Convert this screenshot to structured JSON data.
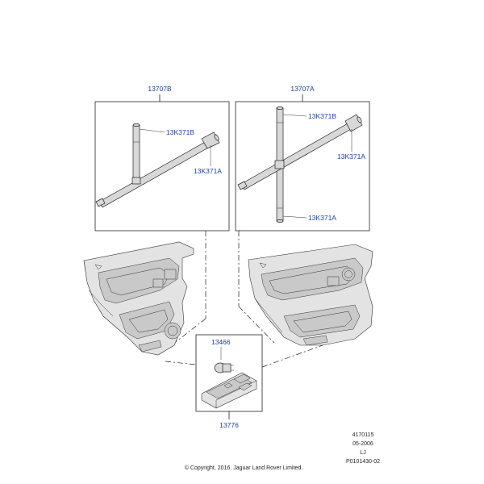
{
  "labels": {
    "left_kit": "13707B",
    "right_kit": "13707A",
    "left_upper": "13K371B",
    "left_lower": "13K371A",
    "right_upper": "13K371B",
    "right_mid": "13K371A",
    "right_lower": "13K371A",
    "bulb": "13466",
    "lamp": "13776"
  },
  "meta": {
    "line1": "4170115",
    "line2": "05-2006",
    "line3": "LJ",
    "line4": "P0101430-02"
  },
  "copyright": "© Copyright, 2016. Jaguar Land Rover Limited."
}
